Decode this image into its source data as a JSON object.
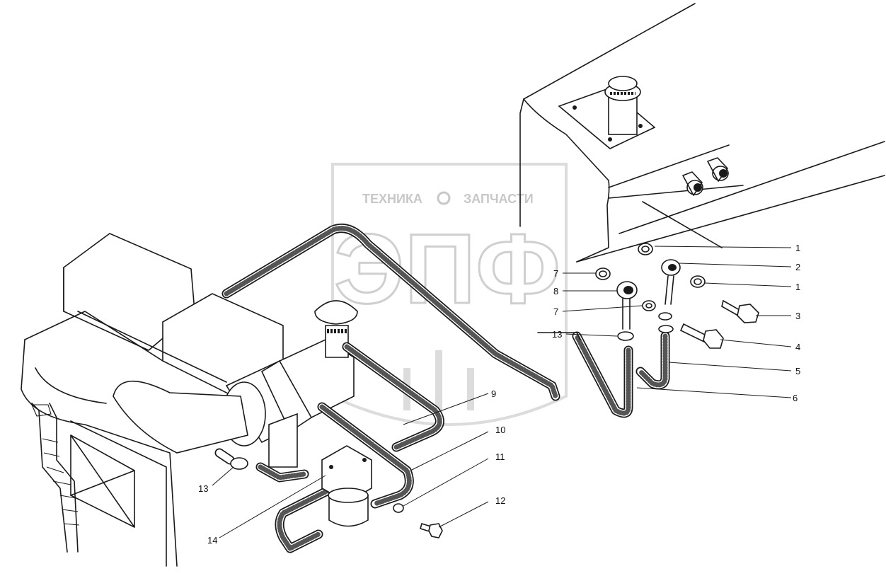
{
  "watermark": {
    "brand_left": "ТЕХНИКА",
    "brand_right": "ЗАПЧАСТИ",
    "logo_letters": "ЭПФ"
  },
  "callouts": [
    {
      "id": "c1a",
      "label": "1"
    },
    {
      "id": "c2",
      "label": "2"
    },
    {
      "id": "c1b",
      "label": "1"
    },
    {
      "id": "c3",
      "label": "3"
    },
    {
      "id": "c4",
      "label": "4"
    },
    {
      "id": "c5",
      "label": "5"
    },
    {
      "id": "c6",
      "label": "6"
    },
    {
      "id": "c7a",
      "label": "7"
    },
    {
      "id": "c8",
      "label": "8"
    },
    {
      "id": "c7b",
      "label": "7"
    },
    {
      "id": "c13a",
      "label": "13"
    },
    {
      "id": "c9",
      "label": "9"
    },
    {
      "id": "c10",
      "label": "10"
    },
    {
      "id": "c11",
      "label": "11"
    },
    {
      "id": "c12",
      "label": "12"
    },
    {
      "id": "c13b",
      "label": "13"
    },
    {
      "id": "c14",
      "label": "14"
    }
  ]
}
